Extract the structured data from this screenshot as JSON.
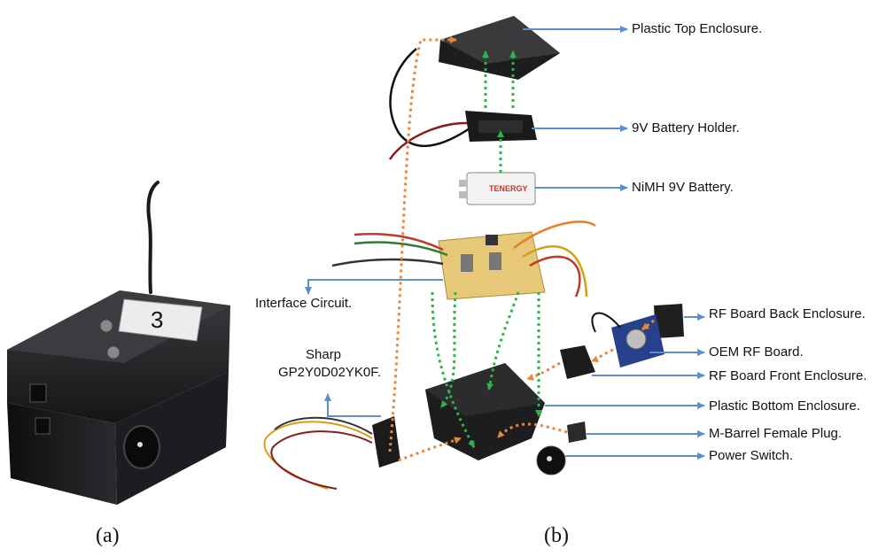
{
  "figure": {
    "caption_a": "(a)",
    "caption_b": "(b)",
    "device_number": "3",
    "battery_brand": "TENERGY",
    "colors": {
      "label_arrow": "#5b8fd0",
      "orange_dotted": "#e8873a",
      "green_dotted": "#2fb34a",
      "enclosure": "#202124"
    }
  },
  "labels": {
    "plastic_top_enclosure": "Plastic Top Enclosure.",
    "battery_holder": "9V Battery Holder.",
    "nimh_battery": "NiMH 9V Battery.",
    "interface_circuit": "Interface Circuit.",
    "sharp_line1": "Sharp",
    "sharp_line2": "GP2Y0D02YK0F.",
    "rf_back_enclosure": "RF Board Back Enclosure.",
    "oem_rf_board": "OEM RF Board.",
    "rf_front_enclosure": "RF Board Front Enclosure.",
    "plastic_bottom_enclosure": "Plastic Bottom Enclosure.",
    "m_barrel_plug": "M-Barrel Female Plug.",
    "power_switch": "Power Switch."
  }
}
